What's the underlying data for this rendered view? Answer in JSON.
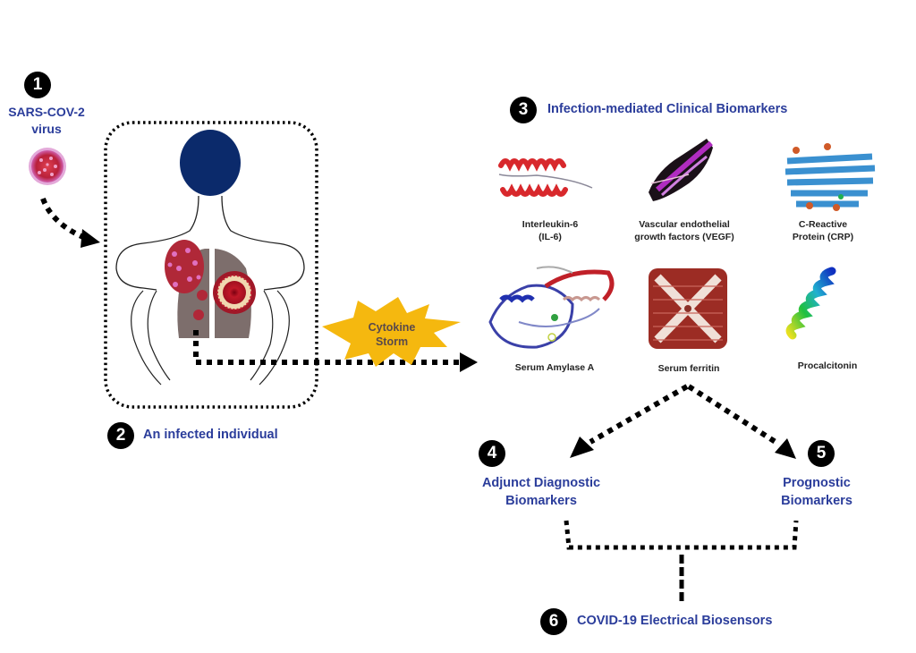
{
  "steps": [
    {
      "number": "1",
      "label_line1": "SARS-COV-2",
      "label_line2": "virus"
    },
    {
      "number": "2",
      "label": "An infected individual"
    },
    {
      "number": "3",
      "label": "Infection-mediated Clinical Biomarkers"
    },
    {
      "number": "4",
      "label_line1": "Adjunct Diagnostic",
      "label_line2": "Biomarkers"
    },
    {
      "number": "5",
      "label_line1": "Prognostic",
      "label_line2": "Biomarkers"
    },
    {
      "number": "6",
      "label": "COVID-19 Electrical Biosensors"
    }
  ],
  "cytokine_storm": {
    "line1": "Cytokine",
    "line2": "Storm"
  },
  "biomarkers": [
    {
      "line1": "Interleukin-6",
      "line2": "(IL-6)",
      "image": "il6-protein-structure"
    },
    {
      "line1": "Vascular endothelial",
      "line2": "growth factors (VEGF)",
      "image": "vegf-protein-structure"
    },
    {
      "line1": "C-Reactive",
      "line2": "Protein (CRP)",
      "image": "crp-protein-structure"
    },
    {
      "line1": "Serum Amylase A",
      "line2": "",
      "image": "amylase-protein-structure"
    },
    {
      "line1": "Serum ferritin",
      "line2": "",
      "image": "ferritin-protein-structure"
    },
    {
      "line1": "Procalcitonin",
      "line2": "",
      "image": "procalcitonin-protein-structure"
    }
  ],
  "colors": {
    "label_blue": "#2b3d9b",
    "head_navy": "#0b2a6b",
    "lung_gray": "#7d6e6c",
    "virus_red": "#c0283a",
    "storm_yellow": "#f5b80f"
  }
}
